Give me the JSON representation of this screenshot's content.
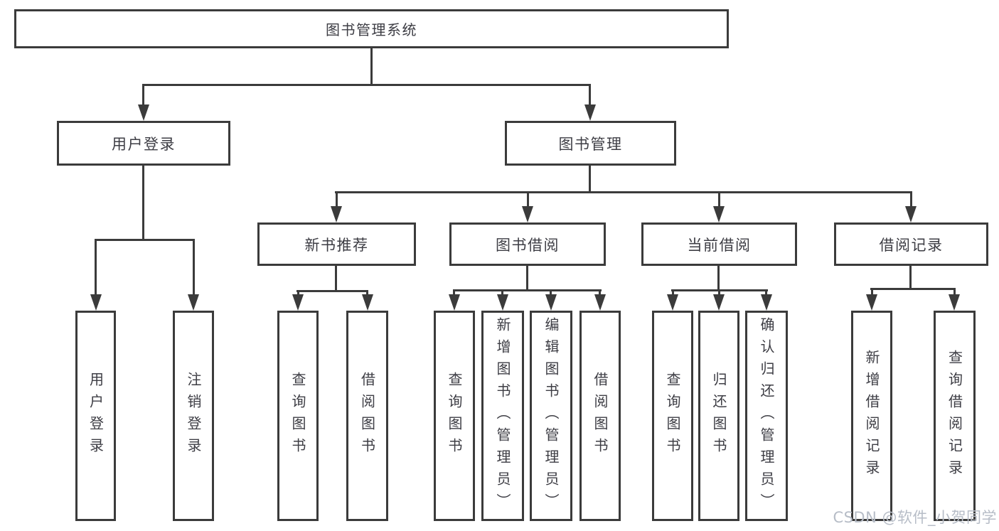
{
  "diagram": {
    "root": {
      "label": "图书管理系统"
    },
    "branches": {
      "user_login": {
        "label": "用户登录",
        "leaves": [
          {
            "label": "用户登录"
          },
          {
            "label": "注销登录"
          }
        ]
      },
      "book_management": {
        "label": "图书管理",
        "modules": [
          {
            "label": "新书推荐",
            "leaves": [
              {
                "label": "查询图书"
              },
              {
                "label": "借阅图书"
              }
            ]
          },
          {
            "label": "图书借阅",
            "leaves": [
              {
                "label": "查询图书"
              },
              {
                "label": "新增图书（管理员）"
              },
              {
                "label": "编辑图书（管理员）"
              },
              {
                "label": "借阅图书"
              }
            ]
          },
          {
            "label": "当前借阅",
            "leaves": [
              {
                "label": "查询图书"
              },
              {
                "label": "归还图书"
              },
              {
                "label": "确认归还（管理员）"
              }
            ]
          },
          {
            "label": "借阅记录",
            "leaves": [
              {
                "label": "新增借阅记录"
              },
              {
                "label": "查询借阅记录"
              }
            ]
          }
        ]
      }
    }
  },
  "watermark": {
    "text": "CSDN @软件_小贺同学"
  },
  "colors": {
    "line": "#3b3b3b",
    "text": "#3d3d44",
    "watermark": "#b7bdc7",
    "background": "#ffffff"
  }
}
